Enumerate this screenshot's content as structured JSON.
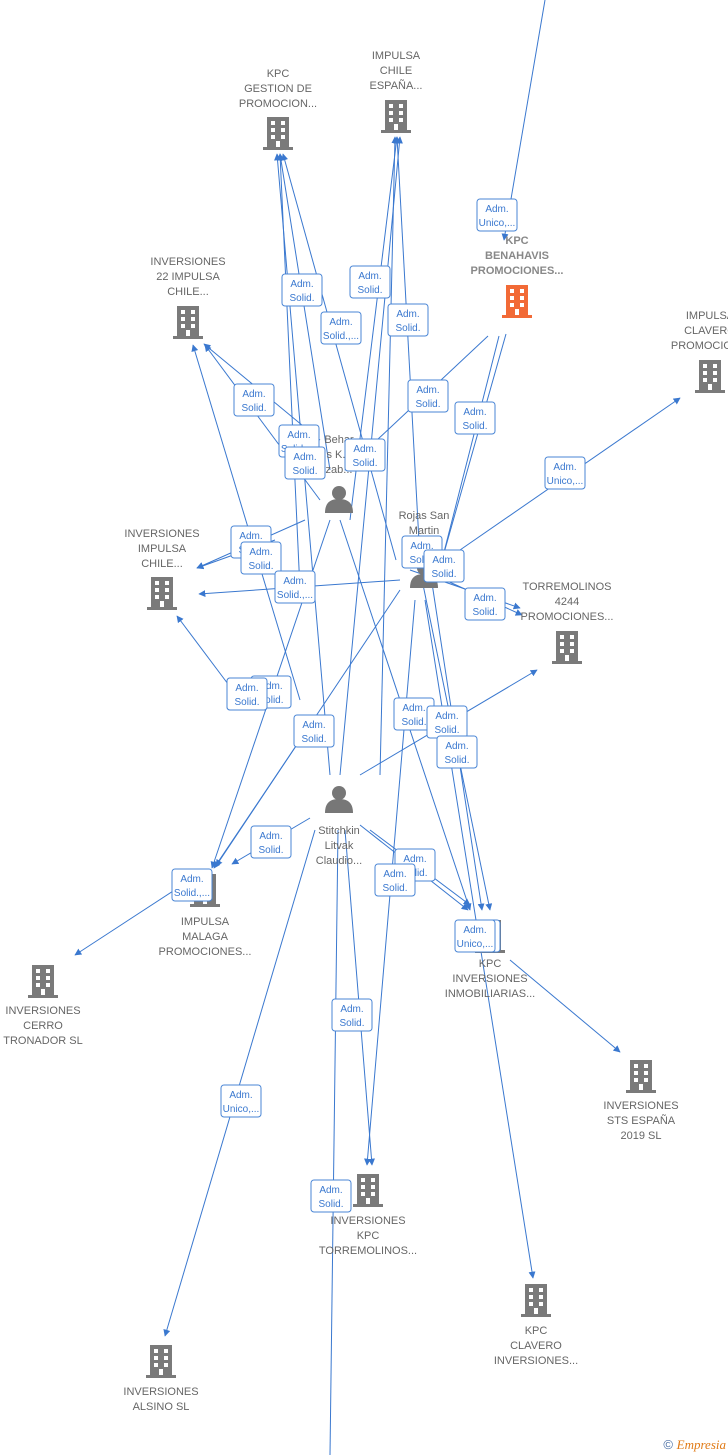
{
  "colors": {
    "edge": "#3a78cf",
    "company": "#7a7a7a",
    "person": "#777777",
    "highlight": "#f26a36"
  },
  "nodes": [
    {
      "id": "kpc_gestion",
      "type": "company",
      "label": [
        "KPC",
        "GESTION DE",
        "PROMOCION..."
      ],
      "icon": "building-icon"
    },
    {
      "id": "impulsa_chile_espana",
      "type": "company",
      "label": [
        "IMPULSA",
        "CHILE",
        "ESPAÑA..."
      ],
      "icon": "building-icon"
    },
    {
      "id": "kpc_benahavis",
      "type": "company",
      "highlight": true,
      "label": [
        "KPC",
        "BENAHAVIS",
        "PROMOCIONES..."
      ],
      "icon": "building-icon"
    },
    {
      "id": "inversiones_22",
      "type": "company",
      "label": [
        "INVERSIONES",
        "22 IMPULSA",
        "CHILE..."
      ],
      "icon": "building-icon"
    },
    {
      "id": "impulsa_clavero",
      "type": "company",
      "label": [
        "IMPULSA",
        "CLAVERO",
        "PROMOCION..."
      ],
      "icon": "building-icon"
    },
    {
      "id": "behar",
      "type": "person",
      "label": [
        "Behar",
        "s K...",
        "zab..."
      ],
      "icon": "person-icon"
    },
    {
      "id": "inversiones_impulsa_chile",
      "type": "company",
      "label": [
        "INVERSIONES",
        "IMPULSA",
        "CHILE..."
      ],
      "icon": "building-icon"
    },
    {
      "id": "rojas",
      "type": "person",
      "label": [
        "Rojas San",
        "Martin",
        "F..."
      ],
      "icon": "person-icon"
    },
    {
      "id": "torremolinos_4244",
      "type": "company",
      "label": [
        "TORREMOLINOS",
        "4244",
        "PROMOCIONES..."
      ],
      "icon": "building-icon"
    },
    {
      "id": "stitchkin",
      "type": "person",
      "label": [
        "Stitchkin",
        "Litvak",
        "Claudio..."
      ],
      "icon": "person-icon"
    },
    {
      "id": "impulsa_malaga",
      "type": "company",
      "label": [
        "IMPULSA",
        "MALAGA",
        "PROMOCIONES..."
      ],
      "icon": "building-icon"
    },
    {
      "id": "inversiones_cerro",
      "type": "company",
      "label": [
        "INVERSIONES",
        "CERRO",
        "TRONADOR  SL"
      ],
      "icon": "building-icon"
    },
    {
      "id": "kpc_inversiones_inmob",
      "type": "company",
      "label": [
        "KPC",
        "INVERSIONES",
        "INMOBILIARIAS..."
      ],
      "icon": "building-icon"
    },
    {
      "id": "inversiones_sts",
      "type": "company",
      "label": [
        "INVERSIONES",
        "STS ESPAÑA",
        "2019  SL"
      ],
      "icon": "building-icon"
    },
    {
      "id": "inversiones_kpc_torre",
      "type": "company",
      "label": [
        "INVERSIONES",
        "KPC",
        "TORREMOLINOS..."
      ],
      "icon": "building-icon"
    },
    {
      "id": "kpc_clavero_inv",
      "type": "company",
      "label": [
        "KPC",
        "CLAVERO",
        "INVERSIONES..."
      ],
      "icon": "building-icon"
    },
    {
      "id": "inversiones_alsino",
      "type": "company",
      "label": [
        "INVERSIONES",
        "ALSINO  SL"
      ],
      "icon": "building-icon"
    }
  ],
  "edge_labels": [
    {
      "lines": [
        "Adm.",
        "Unico,..."
      ]
    },
    {
      "lines": [
        "Adm.",
        "Solid."
      ]
    },
    {
      "lines": [
        "Adm.",
        "Solid."
      ]
    },
    {
      "lines": [
        "Adm.",
        "Solid.,..."
      ]
    },
    {
      "lines": [
        "Adm.",
        "Solid."
      ]
    },
    {
      "lines": [
        "Adm.",
        "Solid."
      ]
    },
    {
      "lines": [
        "Adm.",
        "Solid."
      ]
    },
    {
      "lines": [
        "Adm.",
        "Solid."
      ]
    },
    {
      "lines": [
        "Adm.",
        "Solid.,..."
      ]
    },
    {
      "lines": [
        "Adm.",
        "Solid."
      ]
    },
    {
      "lines": [
        "Adm.",
        "Solid."
      ]
    },
    {
      "lines": [
        "Adm.",
        "Unico,..."
      ]
    },
    {
      "lines": [
        "Adm.",
        "Solid."
      ]
    },
    {
      "lines": [
        "Adm.",
        "Solid."
      ]
    },
    {
      "lines": [
        "Adm.",
        "Solid."
      ]
    },
    {
      "lines": [
        "Adm.",
        "Solid."
      ]
    },
    {
      "lines": [
        "Adm.",
        "Solid.,..."
      ]
    },
    {
      "lines": [
        "Adm.",
        "Solid."
      ]
    },
    {
      "lines": [
        "Adm.",
        "Solid."
      ]
    },
    {
      "lines": [
        "Adm.",
        "Solid."
      ]
    },
    {
      "lines": [
        "Adm.",
        "Solid."
      ]
    },
    {
      "lines": [
        "Adm.",
        "Solid."
      ]
    },
    {
      "lines": [
        "Adm.",
        "Solid."
      ]
    },
    {
      "lines": [
        "Adm.",
        "Solid."
      ]
    },
    {
      "lines": [
        "Adm.",
        "Solid."
      ]
    },
    {
      "lines": [
        "Adm.",
        "Solid.,..."
      ]
    },
    {
      "lines": [
        "Adm.",
        "Solid."
      ]
    },
    {
      "lines": [
        "Adm.",
        "Solid."
      ]
    },
    {
      "lines": [
        "Adm.",
        "Solid."
      ]
    },
    {
      "lines": [
        "Adm.",
        "Solid."
      ]
    },
    {
      "lines": [
        "Adm.",
        "Unico,..."
      ]
    },
    {
      "lines": [
        "Adm.",
        "Solid."
      ]
    },
    {
      "lines": [
        "Adm.",
        "Unico,..."
      ]
    },
    {
      "lines": [
        "Adm.",
        "Solid."
      ]
    }
  ],
  "footer": {
    "copyright": "©",
    "brand": "Empresia"
  }
}
